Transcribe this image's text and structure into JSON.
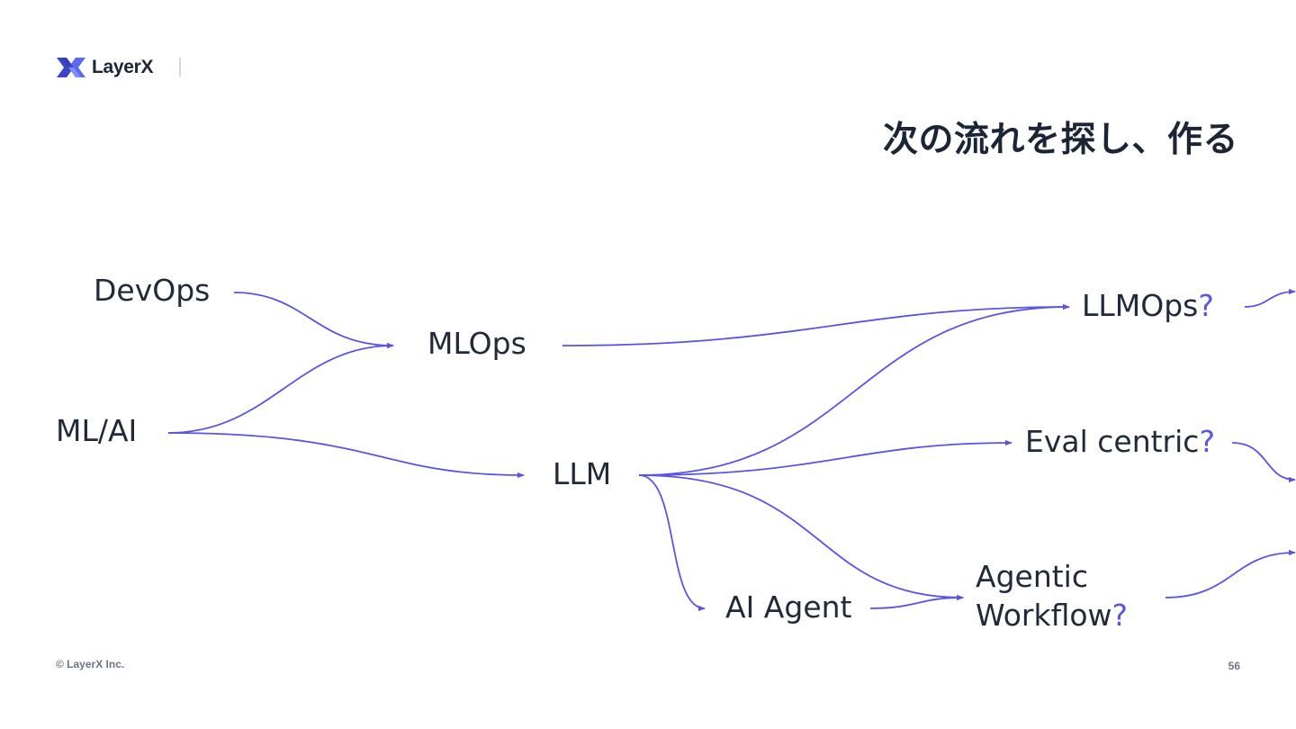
{
  "header": {
    "logo_text": "LayerX"
  },
  "title": "次の流れを探し、作る",
  "nodes": {
    "devops": "DevOps",
    "mlai": "ML/AI",
    "mlops": "MLOps",
    "llm": "LLM",
    "ai_agent": "AI Agent",
    "llmops": "LLMOps",
    "eval_centric": "Eval centric",
    "agentic_line1": "Agentic",
    "agentic_line2": "Workflow",
    "question_mark": "?"
  },
  "footer": {
    "copyright": "© LayerX Inc.",
    "page_number": "56"
  },
  "colors": {
    "arrow": "#5a54e6",
    "text": "#1f2a3a",
    "brand_dark": "#1c2536",
    "brand_accent": "#5a54e6"
  }
}
